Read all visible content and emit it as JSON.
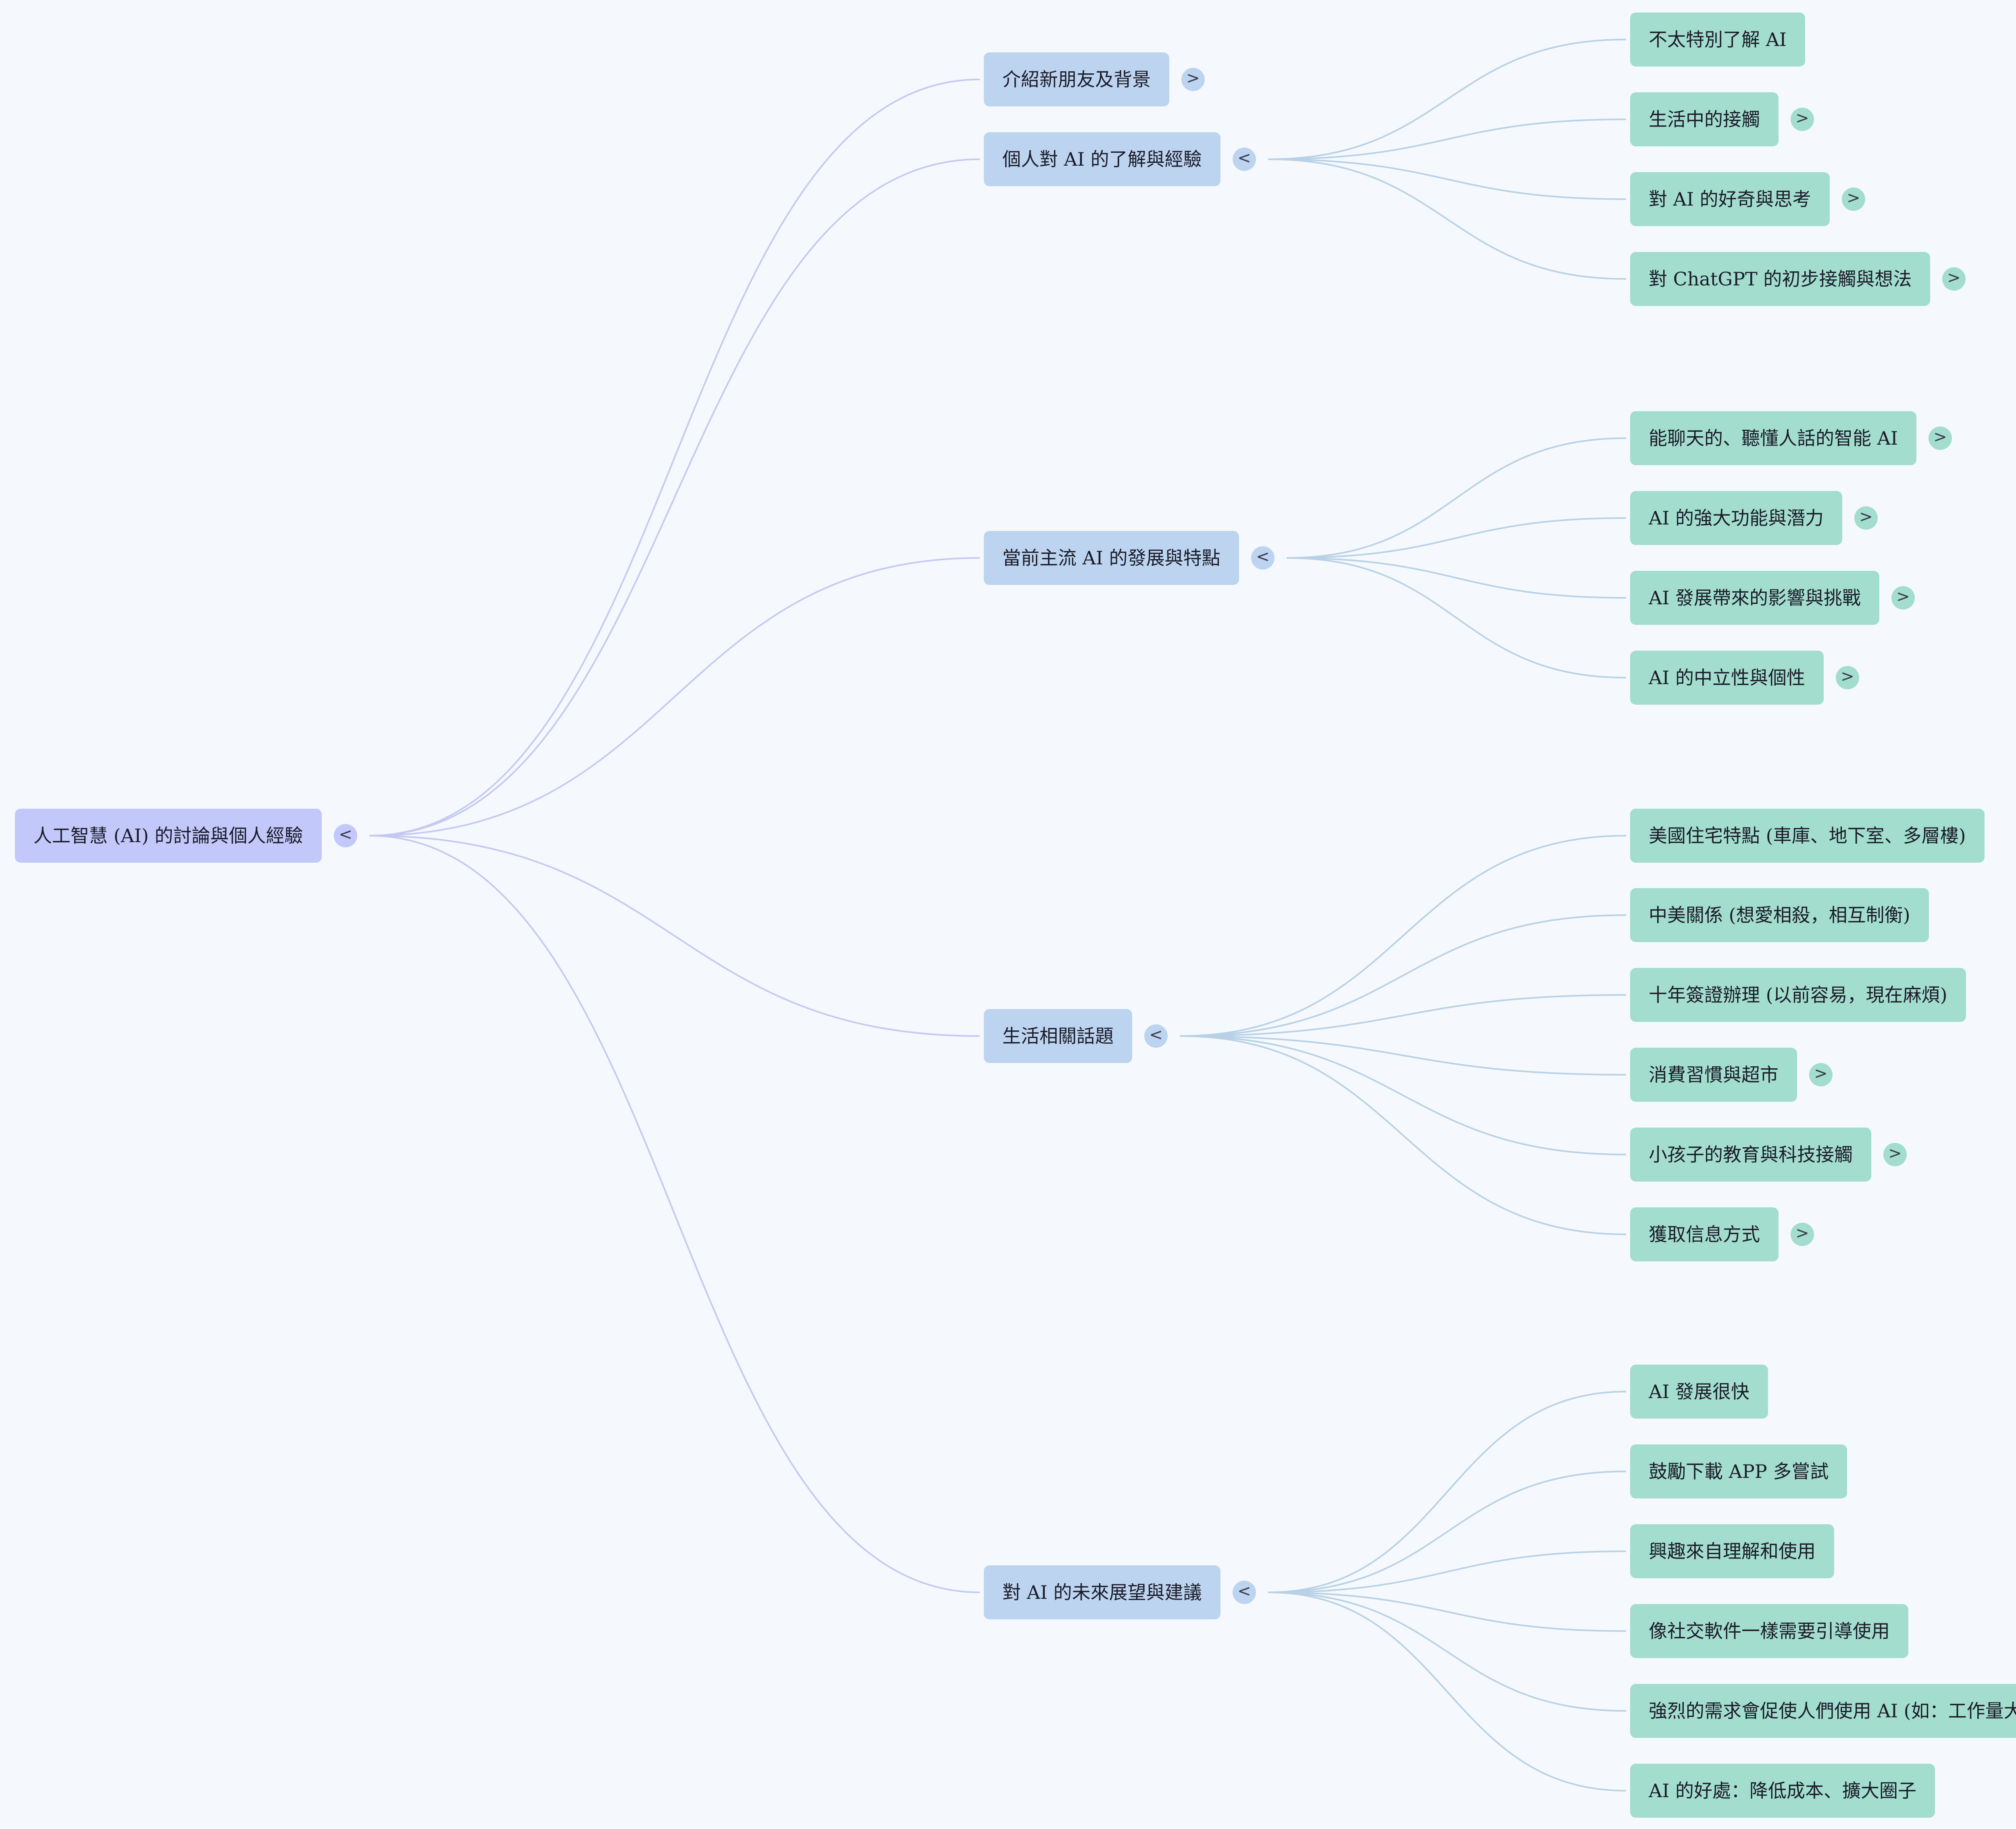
{
  "colors": {
    "background": "#f5f9fd",
    "root_fill": "#c2c8f9",
    "topic_fill": "#bcd4ef",
    "leaf_fill": "#a2ddcd",
    "root_link": "#c5c9f2",
    "topic_link": "#b9d1e6"
  },
  "icons": {
    "collapse": "chevron-left-icon",
    "expand": "chevron-right-icon"
  },
  "mindmap": {
    "root": {
      "label": "人工智慧 (AI) 的討論與個人經驗",
      "toggle": "<"
    },
    "topics": [
      {
        "label": "介紹新朋友及背景",
        "toggle": ">",
        "children": []
      },
      {
        "label": "個人對 AI 的了解與經驗",
        "toggle": "<",
        "children": [
          {
            "label": "不太特別了解 AI",
            "toggle": ""
          },
          {
            "label": "生活中的接觸",
            "toggle": ">"
          },
          {
            "label": "對 AI 的好奇與思考",
            "toggle": ">"
          },
          {
            "label": "對 ChatGPT 的初步接觸與想法",
            "toggle": ">"
          }
        ]
      },
      {
        "label": "當前主流 AI 的發展與特點",
        "toggle": "<",
        "children": [
          {
            "label": "能聊天的、聽懂人話的智能 AI",
            "toggle": ">"
          },
          {
            "label": "AI 的強大功能與潛力",
            "toggle": ">"
          },
          {
            "label": "AI 發展帶來的影響與挑戰",
            "toggle": ">"
          },
          {
            "label": "AI 的中立性與個性",
            "toggle": ">"
          }
        ]
      },
      {
        "label": "生活相關話題",
        "toggle": "<",
        "children": [
          {
            "label": "美國住宅特點 (車庫、地下室、多層樓)",
            "toggle": ""
          },
          {
            "label": "中美關係 (想愛相殺，相互制衡)",
            "toggle": ""
          },
          {
            "label": "十年簽證辦理 (以前容易，現在麻煩)",
            "toggle": ""
          },
          {
            "label": "消費習慣與超市",
            "toggle": ">"
          },
          {
            "label": "小孩子的教育與科技接觸",
            "toggle": ">"
          },
          {
            "label": "獲取信息方式",
            "toggle": ">"
          }
        ]
      },
      {
        "label": "對 AI 的未來展望與建議",
        "toggle": "<",
        "children": [
          {
            "label": "AI 發展很快",
            "toggle": ""
          },
          {
            "label": "鼓勵下載 APP 多嘗試",
            "toggle": ""
          },
          {
            "label": "興趣來自理解和使用",
            "toggle": ""
          },
          {
            "label": "像社交軟件一樣需要引導使用",
            "toggle": ""
          },
          {
            "label": "強烈的需求會促使人們使用 AI (如：工作量大)",
            "toggle": ""
          },
          {
            "label": "AI 的好處：降低成本、擴大圈子",
            "toggle": ""
          }
        ]
      }
    ]
  }
}
